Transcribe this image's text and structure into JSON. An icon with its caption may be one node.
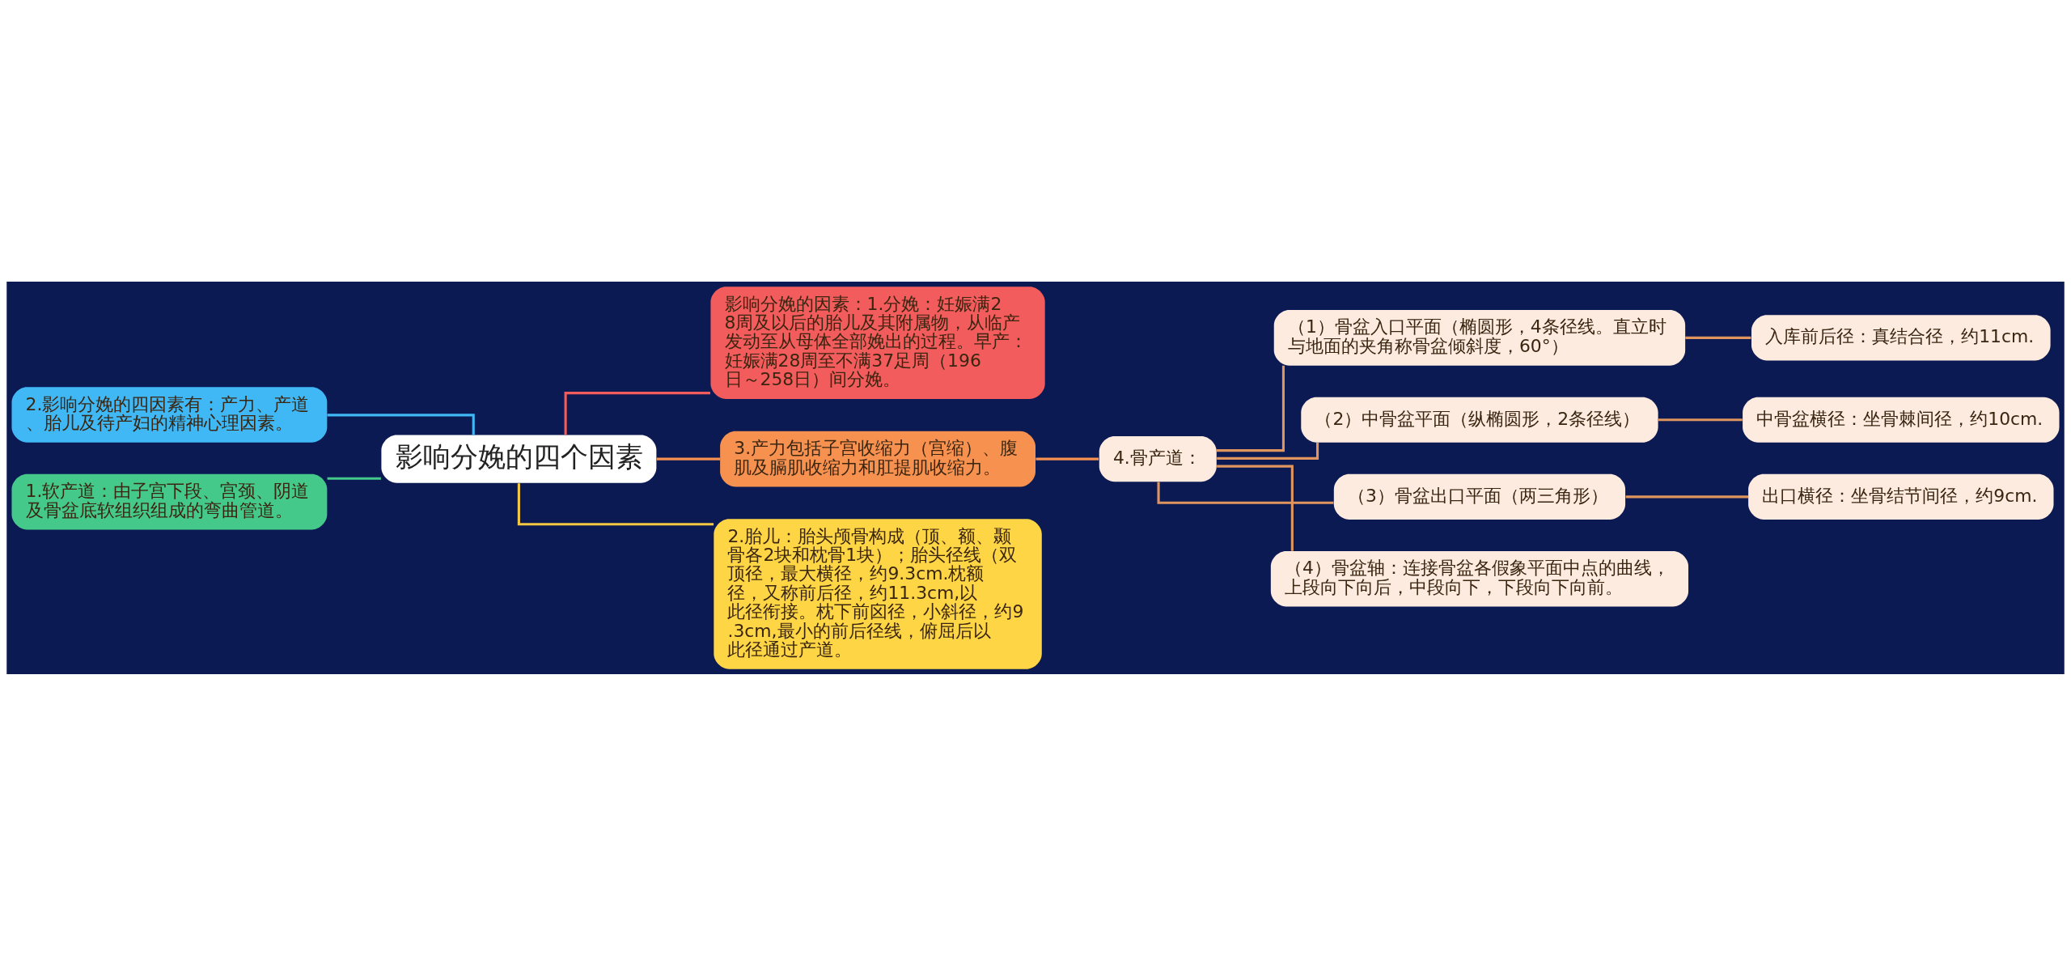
{
  "diagram": {
    "nodes": [
      {
        "text": [
          "影响分娩的四个因素"
        ]
      },
      {
        "text": [
          "影响分娩的因素：1.分娩：妊娠满28周及以后的胎儿及其附属物，从临产发动至从母体全部娩出的过程。早产：妊娠满28周至不满37足周（196日～258日）间分娩。"
        ]
      },
      {
        "text": [
          "3.产力包括子宫收缩力（宫缩）、腹肌及膈肌收缩力和肛提肌收缩力。"
        ]
      },
      {
        "text": [
          "2.胎儿：胎头颅骨构成（顶、额、颞骨各2块和枕骨1块）；胎头径线（双顶径，最大横径，约9.3cm.枕额径，又称前后径，约11.3cm,以此径衔接。枕下前囟径，小斜径，约9.3cm,最小的前后径线，俯屈后以此径通过产道。"
        ]
      },
      {
        "text": [
          "4.骨产道："
        ]
      },
      {
        "text": [
          "（1）骨盆入口平面（椭圆形，4条径线。直立时与地面的夹角称骨盆倾斜度，60°）"
        ]
      },
      {
        "text": [
          "入库前后径：真结合径，约11cm."
        ]
      },
      {
        "text": [
          "（2）中骨盆平面（纵椭圆形，2条径线）"
        ]
      },
      {
        "text": [
          "中骨盆横径：坐骨棘间径，约10cm."
        ]
      },
      {
        "text": [
          "（3）骨盆出口平面（两三角形）"
        ]
      },
      {
        "text": [
          "出口横径：坐骨结节间径，约9cm."
        ]
      },
      {
        "text": [
          "（4）骨盆轴：连接骨盆各假象平面中点的曲线，上段向下向后，中段向下，下段向下向前。"
        ]
      },
      {
        "text": [
          "2.影响分娩的四因素有：产力、产道、胎儿及待产妇的精神心理因素。"
        ]
      },
      {
        "text": [
          "1.软产道：由子宫下段、宫颈、阴道及骨盆底软组织组成的弯曲管道。"
        ]
      }
    ],
    "edges": [
      {
        "from": 0,
        "to": 1,
        "arrow": "none",
        "color": "#f25c5c"
      },
      {
        "from": 0,
        "to": 2,
        "arrow": "none",
        "color": "#f79150"
      },
      {
        "from": 0,
        "to": 3,
        "arrow": "none",
        "color": "#f5c842"
      },
      {
        "from": 2,
        "to": 4,
        "arrow": "none",
        "color": "#f79150"
      },
      {
        "from": 4,
        "to": 5,
        "arrow": "none",
        "color": "#e0955f"
      },
      {
        "from": 5,
        "to": 6,
        "arrow": "none",
        "color": "#e0955f"
      },
      {
        "from": 4,
        "to": 7,
        "arrow": "none",
        "color": "#e0955f"
      },
      {
        "from": 7,
        "to": 8,
        "arrow": "none",
        "color": "#e0955f"
      },
      {
        "from": 4,
        "to": 9,
        "arrow": "none",
        "color": "#e0955f"
      },
      {
        "from": 9,
        "to": 10,
        "arrow": "none",
        "color": "#e0955f"
      },
      {
        "from": 4,
        "to": 11,
        "arrow": "none",
        "color": "#e0955f"
      },
      {
        "from": 0,
        "to": 12,
        "arrow": "none",
        "color": "#3fb8f5"
      },
      {
        "from": 0,
        "to": 13,
        "arrow": "none",
        "color": "#45c98a"
      }
    ]
  }
}
